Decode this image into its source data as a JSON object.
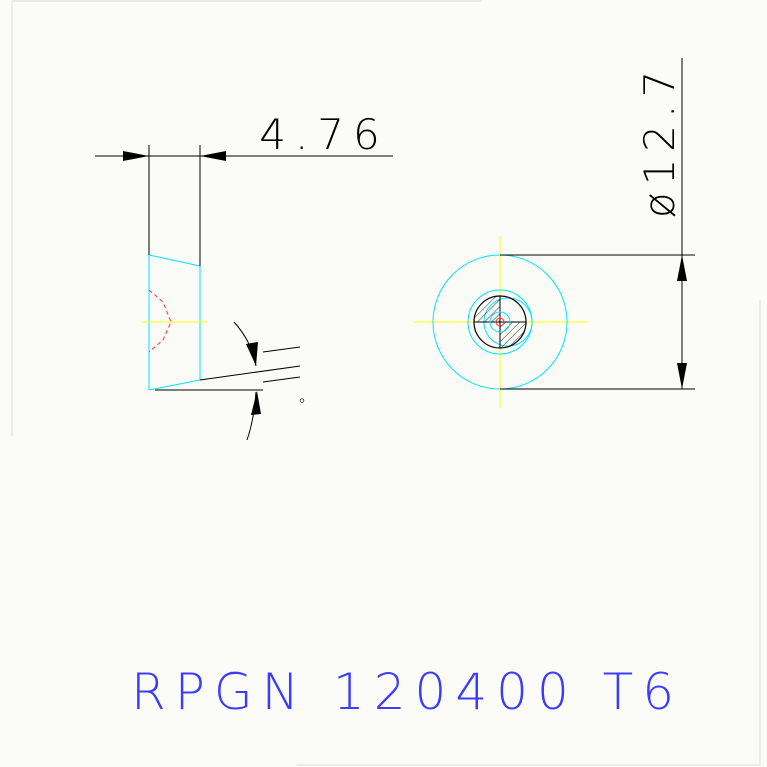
{
  "drawing": {
    "thickness_dimension": "4.76",
    "diameter_dimension": "ø12.7",
    "angle_unit": "°",
    "part_code": "RPGN 120400 T6"
  },
  "colors": {
    "background": "#fbfcf8",
    "lines": "#000000",
    "outline": "#00e5ff",
    "centerline": "#ffff00",
    "hidden": "#ff0000",
    "label": "#3b3bff"
  }
}
